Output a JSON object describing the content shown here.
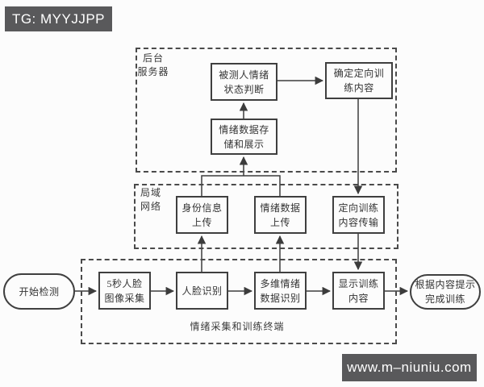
{
  "badges": {
    "tg": "TG: MYYJJPP",
    "site": "www.m–niuniu.com"
  },
  "regions": [
    {
      "name": "backend-server",
      "label": "后台\n服务器"
    },
    {
      "name": "local-network",
      "label": "局域\n网络"
    },
    {
      "name": "terminal",
      "label": "情绪采集和训练终端"
    }
  ],
  "nodes": [
    {
      "name": "start",
      "label": "开始检测",
      "shape": "stadium"
    },
    {
      "name": "face-capture",
      "label": "5秒人脸\n图像采集",
      "shape": "rect"
    },
    {
      "name": "face-recognition",
      "label": "人脸识别",
      "shape": "rect"
    },
    {
      "name": "emotion-recognition",
      "label": "多维情绪\n数据识别",
      "shape": "rect"
    },
    {
      "name": "display-training",
      "label": "显示训练\n内容",
      "shape": "rect"
    },
    {
      "name": "finish-training",
      "label": "根据内容提示\n完成训练",
      "shape": "stadium"
    },
    {
      "name": "identity-upload",
      "label": "身份信息\n上传",
      "shape": "rect"
    },
    {
      "name": "emotion-upload",
      "label": "情绪数据\n上传",
      "shape": "rect"
    },
    {
      "name": "training-transfer",
      "label": "定向训练\n内容传输",
      "shape": "rect"
    },
    {
      "name": "emotion-storage",
      "label": "情绪数据存\n储和展示",
      "shape": "rect"
    },
    {
      "name": "emotion-judgment",
      "label": "被测人情绪\n状态判断",
      "shape": "rect"
    },
    {
      "name": "determine-training",
      "label": "确定定向训\n练内容",
      "shape": "rect"
    }
  ],
  "edges": [
    {
      "from": "start",
      "to": "face-capture"
    },
    {
      "from": "face-capture",
      "to": "face-recognition"
    },
    {
      "from": "face-recognition",
      "to": "emotion-recognition"
    },
    {
      "from": "emotion-recognition",
      "to": "display-training"
    },
    {
      "from": "display-training",
      "to": "finish-training"
    },
    {
      "from": "face-recognition",
      "to": "identity-upload"
    },
    {
      "from": "emotion-recognition",
      "to": "emotion-upload"
    },
    {
      "from": "identity-upload",
      "to": "emotion-storage"
    },
    {
      "from": "emotion-upload",
      "to": "emotion-storage"
    },
    {
      "from": "emotion-storage",
      "to": "emotion-judgment"
    },
    {
      "from": "emotion-judgment",
      "to": "determine-training"
    },
    {
      "from": "determine-training",
      "to": "training-transfer"
    },
    {
      "from": "training-transfer",
      "to": "display-training"
    }
  ],
  "colors": {
    "line": "#3c3c3c",
    "badge_bg": "#59595b",
    "badge_text": "#ffffff",
    "background": "#fcfcfc"
  }
}
